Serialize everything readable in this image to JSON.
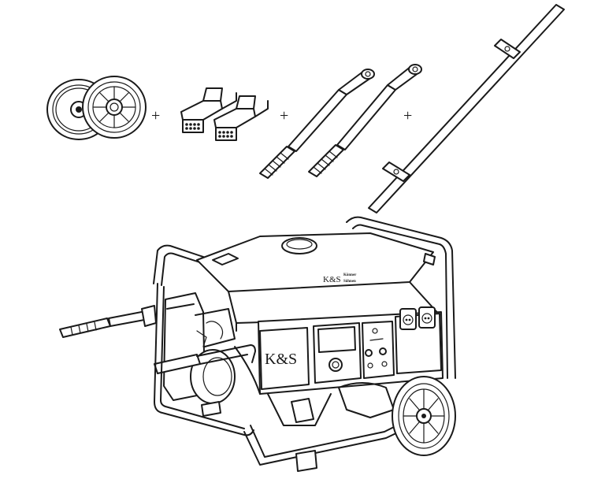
{
  "illustration": {
    "accessory_kit": {
      "wheels": "wheels",
      "brackets": "brackets",
      "handles": "handles",
      "axle": "axle",
      "plus_sign": "+"
    },
    "generator": {
      "logo_main": "K&S",
      "logo_small": "K&S",
      "brand_line_1": "Könner",
      "brand_line_2": "Söhnen"
    },
    "colors": {
      "line": "#1a1a1a",
      "background": "#ffffff"
    }
  }
}
